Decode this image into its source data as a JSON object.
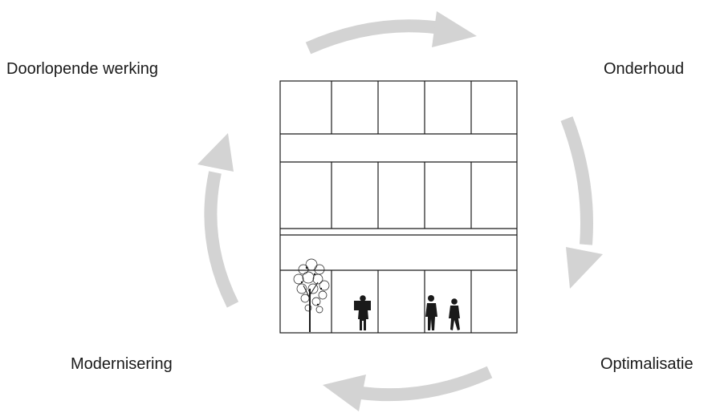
{
  "labels": {
    "top_left": "Doorlopende werking",
    "top_right": "Onderhoud",
    "bottom_right": "Optimalisatie",
    "bottom_left": "Modernisering"
  },
  "colors": {
    "arrow": "#d3d3d3",
    "line": "#1a1a1a",
    "text": "#1a1a1a",
    "background": "#ffffff"
  },
  "icons": {
    "arrows": [
      "cycle-arrow-top",
      "cycle-arrow-right",
      "cycle-arrow-bottom",
      "cycle-arrow-left"
    ],
    "building": "building-facade",
    "tree": "tree-icon",
    "people": [
      "person-carrying-box-icon",
      "person-standing-icon",
      "person-walking-icon"
    ]
  }
}
